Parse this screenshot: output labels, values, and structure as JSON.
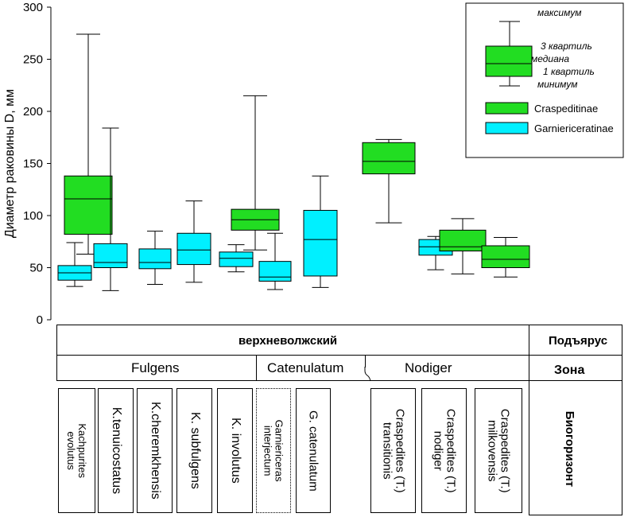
{
  "chart_data": {
    "type": "box",
    "ylabel": "Диаметр раковины D, мм",
    "ylim": [
      0,
      300
    ],
    "yticks": [
      "0",
      "50",
      "100",
      "150",
      "200",
      "250",
      "300"
    ],
    "series": [
      {
        "name": "Craspeditinae",
        "color": "#22dd22"
      },
      {
        "name": "Garniericeratinae",
        "color": "#00f0ff"
      }
    ],
    "boxes": [
      {
        "taxon": "Kachpurites evolutus",
        "series": "Garniericeratinae",
        "min": 32,
        "q1": 38,
        "median": 45,
        "q3": 52,
        "max": 74
      },
      {
        "taxon": "K.tenuicostatus",
        "series": "Craspeditinae",
        "min": 63,
        "q1": 82,
        "median": 116,
        "q3": 138,
        "max": 274
      },
      {
        "taxon": "K.tenuicostatus",
        "series": "Garniericeratinae",
        "min": 28,
        "q1": 50,
        "median": 55,
        "q3": 73,
        "max": 184
      },
      {
        "taxon": "K.cheremkhensis",
        "series": "Garniericeratinae",
        "min": 34,
        "q1": 49,
        "median": 55,
        "q3": 68,
        "max": 85
      },
      {
        "taxon": "K. subfulgens",
        "series": "Garniericeratinae",
        "min": 36,
        "q1": 53,
        "median": 67,
        "q3": 83,
        "max": 114
      },
      {
        "taxon": "K. involutus",
        "series": "Craspeditinae",
        "min": 67,
        "q1": 86,
        "median": 96,
        "q3": 106,
        "max": 215
      },
      {
        "taxon": "K. involutus",
        "series": "Garniericeratinae",
        "min": 46,
        "q1": 51,
        "median": 59,
        "q3": 65,
        "max": 72
      },
      {
        "taxon": "Garniericeras interjectum",
        "series": "Garniericeratinae",
        "min": 29,
        "q1": 37,
        "median": 41,
        "q3": 56,
        "max": 83
      },
      {
        "taxon": "G. catenulatum",
        "series": "Garniericeratinae",
        "min": 31,
        "q1": 42,
        "median": 77,
        "q3": 105,
        "max": 138
      },
      {
        "taxon": "Craspedites (T.) transitionis",
        "series": "Craspeditinae",
        "min": 93,
        "q1": 140,
        "median": 152,
        "q3": 170,
        "max": 173
      },
      {
        "taxon": "Craspedites (T.) nodiger",
        "series": "Garniericeratinae",
        "min": 48,
        "q1": 62,
        "median": 70,
        "q3": 77,
        "max": 80
      },
      {
        "taxon": "Craspedites (T.) nodiger",
        "series": "Craspeditinae",
        "min": 44,
        "q1": 66,
        "median": 70,
        "q3": 86,
        "max": 97
      },
      {
        "taxon": "Craspedites (T.) milkovensis",
        "series": "Craspeditinae",
        "min": 41,
        "q1": 50,
        "median": 58,
        "q3": 71,
        "max": 79
      }
    ],
    "legend": {
      "maximum": "максимум",
      "q3": "3 квартиль",
      "median": "медиана",
      "q1": "1 квартиль",
      "minimum": "минимум",
      "placement": "top-right"
    }
  },
  "table": {
    "substage": "верхневолжский",
    "substage_label": "Подъярус",
    "zone_label": "Зона",
    "biohorizon_label": "Биогоризонт",
    "zones": [
      "Fulgens",
      "Catenulatum",
      "Nodiger"
    ],
    "biohorizons": [
      {
        "name": "Kachpurites evolutus",
        "lines": [
          "Kachpurites",
          "evolutus"
        ]
      },
      {
        "name": "K.tenuicostatus",
        "lines": [
          "K.tenuicostatus"
        ]
      },
      {
        "name": "K.cheremkhensis",
        "lines": [
          "K.cheremkhensis"
        ]
      },
      {
        "name": "K. subfulgens",
        "lines": [
          "K. subfulgens"
        ]
      },
      {
        "name": "K. involutus",
        "lines": [
          "K. involutus"
        ]
      },
      {
        "name": "Garniericeras interjectum",
        "lines": [
          "Garniericeras",
          "interjectum"
        ]
      },
      {
        "name": "G. catenulatum",
        "lines": [
          "G. catenulatum"
        ]
      },
      {
        "name": "Craspedites (T.) transitionis",
        "lines": [
          "Craspedites (T.)",
          "transitionis"
        ]
      },
      {
        "name": "Craspedites (T.) nodiger",
        "lines": [
          "Craspedites (T.)",
          "nodiger"
        ]
      },
      {
        "name": "Craspedites (T.) milkovensis",
        "lines": [
          "Craspedites (T.)",
          "milkovensis"
        ]
      }
    ]
  }
}
